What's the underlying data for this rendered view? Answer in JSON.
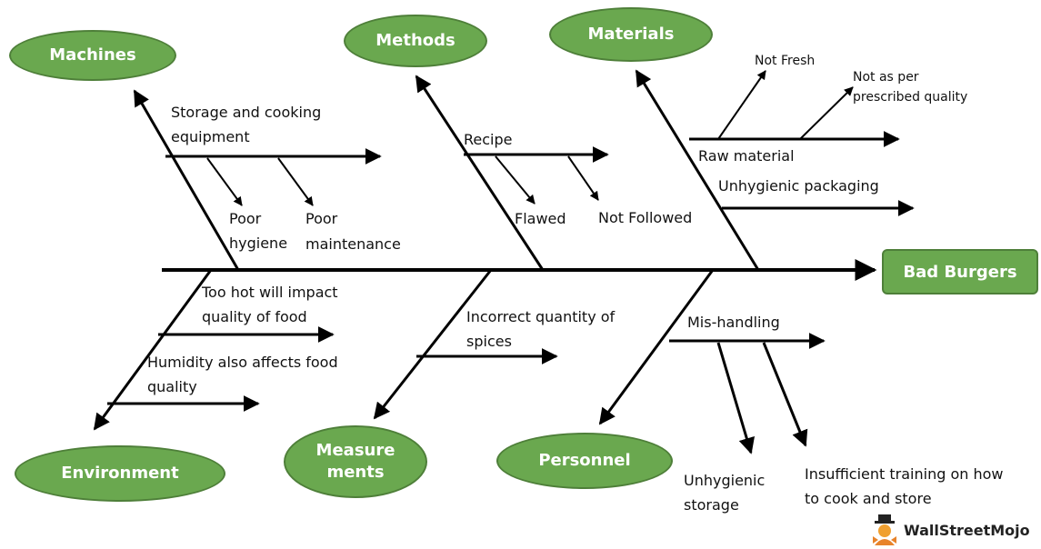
{
  "effect": "Bad Burgers",
  "categories": {
    "machines": "Machines",
    "methods": "Methods",
    "materials": "Materials",
    "environment": "Environment",
    "measurements_line1": "Measure",
    "measurements_line2": "ments",
    "personnel": "Personnel"
  },
  "causes": {
    "storage_cooking_1": "Storage and cooking",
    "storage_cooking_2": "equipment",
    "poor_hygiene_1": "Poor",
    "poor_hygiene_2": "hygiene",
    "poor_maintenance_1": "Poor",
    "poor_maintenance_2": "maintenance",
    "recipe": "Recipe",
    "flawed": "Flawed",
    "not_followed": "Not Followed",
    "not_fresh": "Not Fresh",
    "not_as_per_1": "Not as per",
    "not_as_per_2": "prescribed quality",
    "raw_material": "Raw material",
    "unhygienic_packaging": "Unhygienic packaging",
    "too_hot_1": "Too hot will impact",
    "too_hot_2": "quality of food",
    "humidity_1": "Humidity also affects food",
    "humidity_2": "quality",
    "incorrect_qty_1": "Incorrect quantity of",
    "incorrect_qty_2": "spices",
    "mis_handling": "Mis-handling",
    "unhygienic_storage_1": "Unhygienic",
    "unhygienic_storage_2": "storage",
    "insufficient_training_1": "Insufficient training on how",
    "insufficient_training_2": "to cook and store"
  },
  "logo_text": "WallStreetMojo",
  "colors": {
    "category_fill": "#6aa84f",
    "line": "#000000"
  }
}
